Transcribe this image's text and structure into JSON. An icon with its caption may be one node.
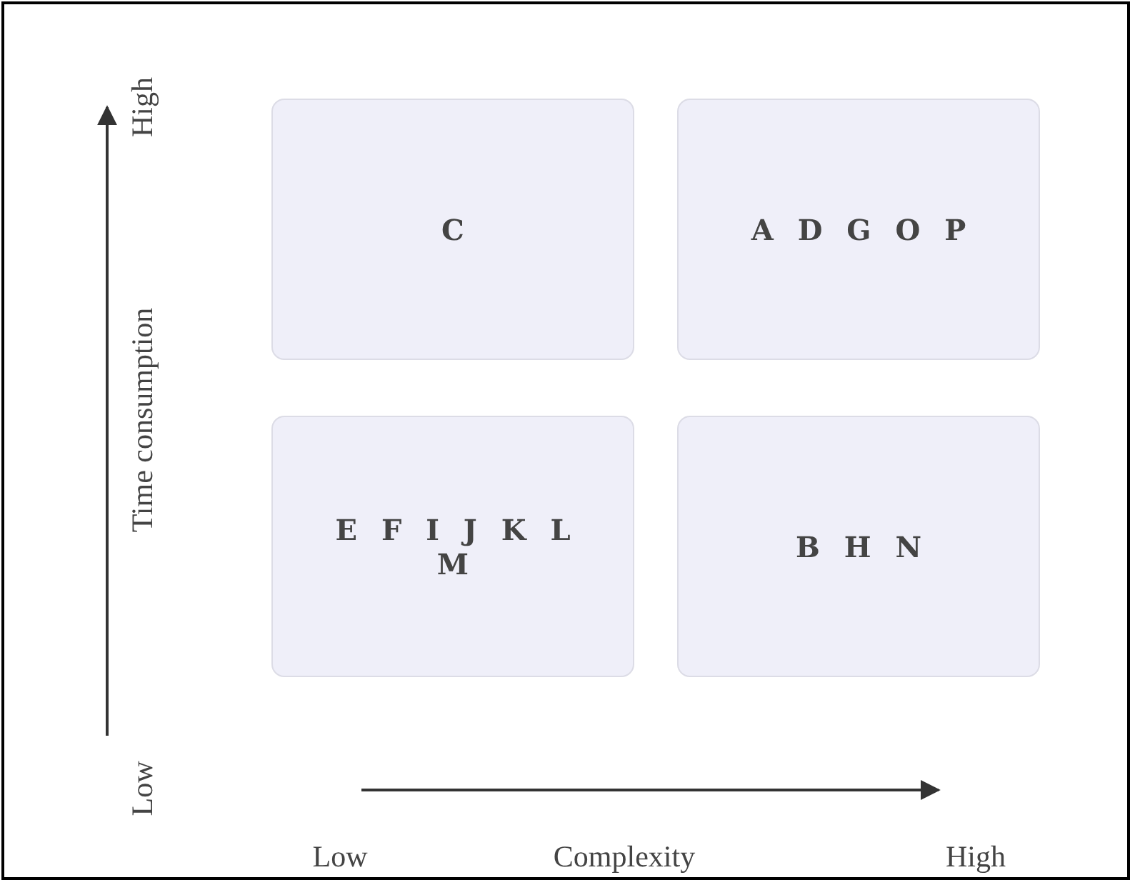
{
  "diagram": {
    "nodes": [
      {
        "text": [
          "C"
        ]
      },
      {
        "text": [
          "A D G O P"
        ]
      },
      {
        "text": [
          "E F I J K L M"
        ]
      },
      {
        "text": [
          "B H N"
        ]
      }
    ],
    "labels": [
      "High",
      "Time consumption",
      "Low",
      "Low",
      "Complexity",
      "High"
    ]
  }
}
